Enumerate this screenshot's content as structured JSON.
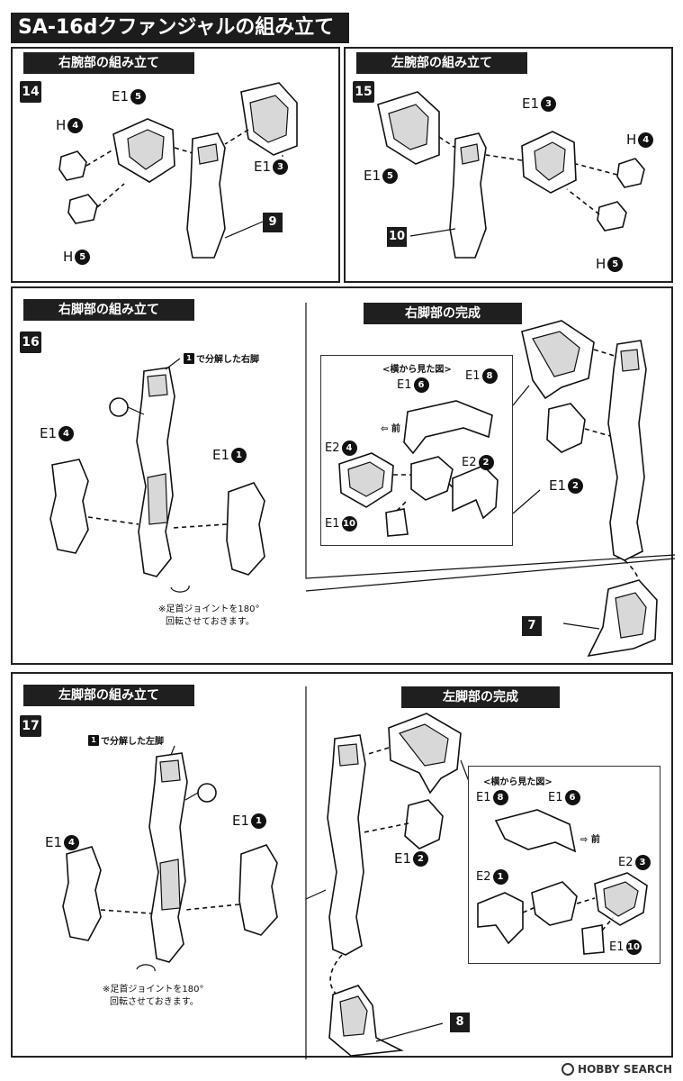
{
  "header": {
    "title": "SA-16dクファンジャルの組み立て"
  },
  "step14": {
    "number": "14",
    "section": "右腕部の組み立て",
    "e1_5": "E1",
    "e1_5n": "5",
    "h4": "H",
    "h4n": "4",
    "e1_3": "E1",
    "e1_3n": "3",
    "h5": "H",
    "h5n": "5",
    "ref": "9"
  },
  "step15": {
    "number": "15",
    "section": "左腕部の組み立て",
    "e1_3": "E1",
    "e1_3n": "3",
    "h4": "H",
    "h4n": "4",
    "e1_5": "E1",
    "e1_5n": "5",
    "h5": "H",
    "h5n": "5",
    "ref": "10"
  },
  "step16": {
    "number": "16",
    "section": "右脚部の組み立て",
    "caption_num": "1",
    "caption": "で分解した右脚",
    "e1_4": "E1",
    "e1_4n": "4",
    "e1_1": "E1",
    "e1_1n": "1",
    "note_line1": "※足首ジョイントを180°",
    "note_line2": "回転させておきます。"
  },
  "right_leg_complete": {
    "section": "右脚部の完成",
    "side_view": "<横から見た図>",
    "e1_6": "E1",
    "e1_6n": "6",
    "e1_8": "E1",
    "e1_8n": "8",
    "front": "前",
    "e2_4": "E2",
    "e2_4n": "4",
    "e2_2": "E2",
    "e2_2n": "2",
    "e1_10": "E1",
    "e1_10n": "10",
    "e1_2": "E1",
    "e1_2n": "2",
    "ref": "7"
  },
  "step17": {
    "number": "17",
    "section": "左脚部の組み立て",
    "caption_num": "1",
    "caption": "で分解した左脚",
    "e1_4": "E1",
    "e1_4n": "4",
    "e1_1": "E1",
    "e1_1n": "1",
    "note_line1": "※足首ジョイントを180°",
    "note_line2": "回転させておきます。"
  },
  "left_leg_complete": {
    "section": "左脚部の完成",
    "side_view": "<横から見た図>",
    "e1_8": "E1",
    "e1_8n": "8",
    "e1_6": "E1",
    "e1_6n": "6",
    "front": "前",
    "e2_1": "E2",
    "e2_1n": "1",
    "e2_3": "E2",
    "e2_3n": "3",
    "e1_10": "E1",
    "e1_10n": "10",
    "e1_2": "E1",
    "e1_2n": "2",
    "ref": "8"
  },
  "footer": {
    "brand": "HOBBY SEARCH"
  }
}
